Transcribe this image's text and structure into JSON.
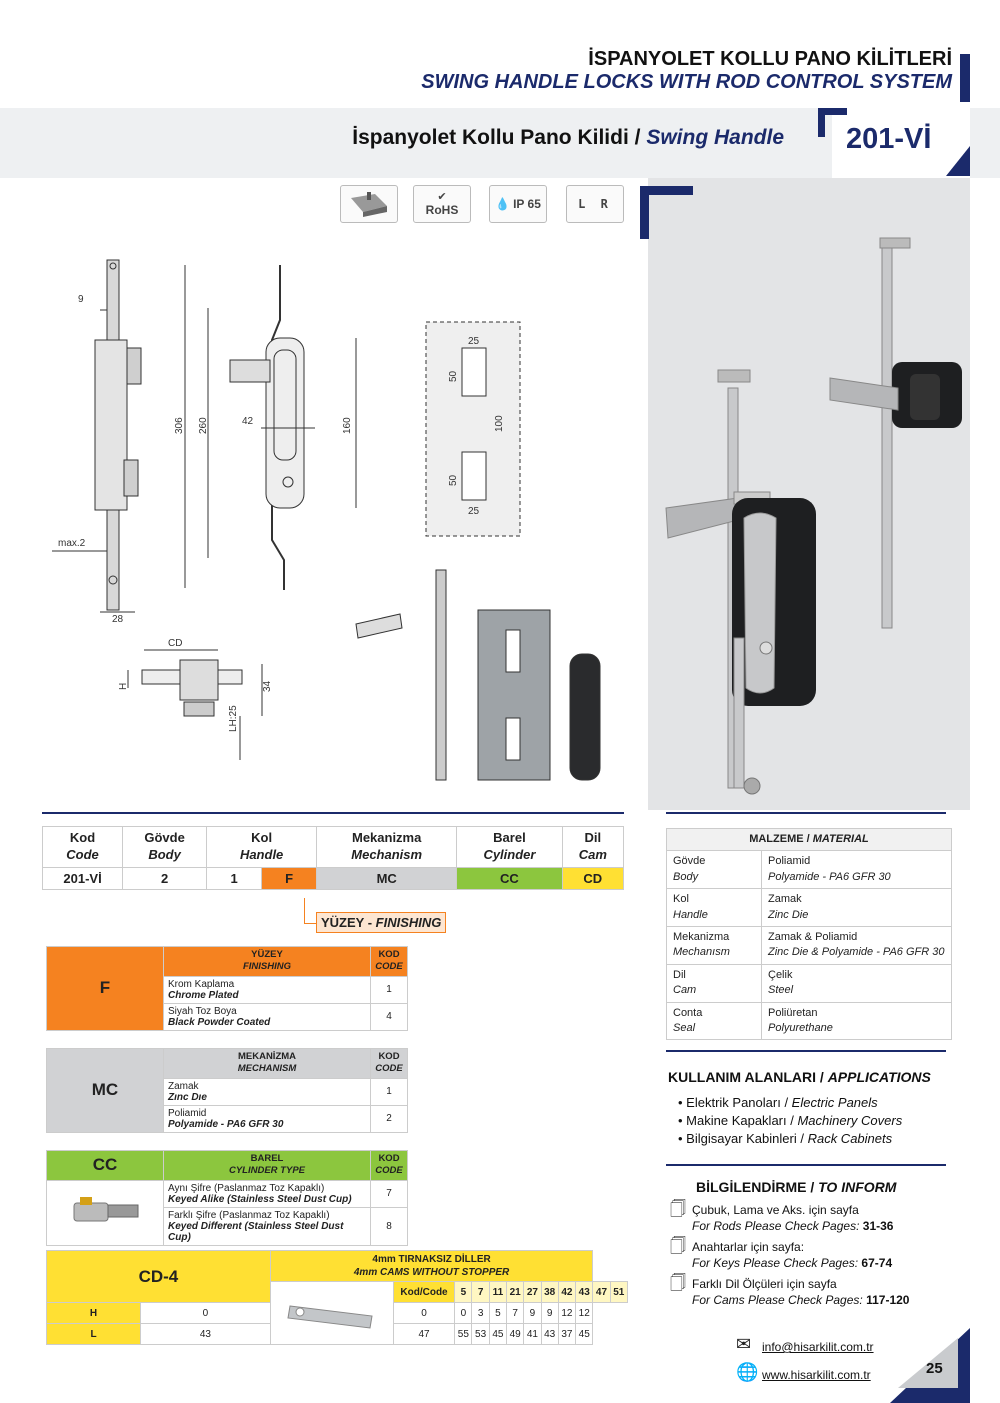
{
  "header": {
    "title_tr": "İSPANYOLET KOLLU PANO KİLİTLERİ",
    "title_en": "SWING HANDLE LOCKS WITH ROD CONTROL SYSTEM"
  },
  "product": {
    "name_tr": "İspanyolet Kollu Pano Kilidi",
    "separator": "/",
    "name_en": "Swing Handle",
    "code": "201-Vİ"
  },
  "certs": [
    {
      "icon": "rail-icon",
      "label": ""
    },
    {
      "icon": "rohs-icon",
      "label": "RoHS"
    },
    {
      "icon": "ip65-icon",
      "label": "IP 65"
    },
    {
      "icon": "left-right-icon",
      "label": "L R"
    }
  ],
  "drawing": {
    "dims": [
      "9",
      "306",
      "260",
      "42",
      "160",
      "max.2",
      "28",
      "CD",
      "H",
      "34",
      "LH:25"
    ],
    "cutout_dims": [
      "25",
      "50",
      "100",
      "50",
      "25"
    ]
  },
  "code_table": {
    "headers": [
      {
        "tr": "Kod",
        "en": "Code"
      },
      {
        "tr": "Gövde",
        "en": "Body"
      },
      {
        "tr": "Kol",
        "en": "Handle"
      },
      {
        "tr": "Mekanizma",
        "en": "Mechanism"
      },
      {
        "tr": "Barel",
        "en": "Cylinder"
      },
      {
        "tr": "Dil",
        "en": "Cam"
      }
    ],
    "row": [
      "201-Vİ",
      "2",
      "1",
      "F",
      "MC",
      "CC",
      "CD"
    ],
    "colors": {
      "F": "#f58220",
      "MC": "#d1d2d4",
      "CC": "#8cc63e",
      "CD": "#ffe033"
    },
    "finishing_label_tr": "YÜZEY",
    "finishing_label_en": "FINISHING"
  },
  "finishing": {
    "key": "F",
    "header_tr": "YÜZEY",
    "header_en": "FINISHING",
    "code_tr": "KOD",
    "code_en": "CODE",
    "rows": [
      {
        "tr": "Krom Kaplama",
        "en": "Chrome Plated",
        "code": "1"
      },
      {
        "tr": "Siyah Toz Boya",
        "en": "Black Powder Coated",
        "code": "4"
      }
    ]
  },
  "mechanism": {
    "key": "MC",
    "header_tr": "MEKANİZMA",
    "header_en": "MECHANISM",
    "code_tr": "KOD",
    "code_en": "CODE",
    "rows": [
      {
        "tr": "Zamak",
        "en": "Zınc Dıe",
        "code": "1"
      },
      {
        "tr": "Poliamid",
        "en": "Polyamide - PA6 GFR 30",
        "code": "2"
      }
    ]
  },
  "cylinder": {
    "key": "CC",
    "header_tr": "BAREL",
    "header_en": "CYLINDER TYPE",
    "code_tr": "KOD",
    "code_en": "CODE",
    "rows": [
      {
        "tr": "Aynı Şifre (Paslanmaz Toz Kapaklı)",
        "en": "Keyed Alike (Stainless Steel Dust Cup)",
        "code": "7"
      },
      {
        "tr": "Farklı Şifre (Paslanmaz Toz Kapaklı)",
        "en": "Keyed Different (Stainless Steel Dust Cup)",
        "code": "8"
      }
    ]
  },
  "cams": {
    "key": "CD-4",
    "header_tr": "4mm TIRNAKSIZ DİLLER",
    "header_en": "4mm CAMS WITHOUT STOPPER",
    "col_label": "Kod/Code",
    "codes": [
      "5",
      "7",
      "11",
      "21",
      "27",
      "38",
      "42",
      "43",
      "47",
      "51"
    ],
    "H_label": "H",
    "H": [
      "0",
      "0",
      "0",
      "3",
      "5",
      "7",
      "9",
      "9",
      "12",
      "12"
    ],
    "L_label": "L",
    "L": [
      "43",
      "47",
      "55",
      "53",
      "45",
      "49",
      "41",
      "43",
      "37",
      "45"
    ]
  },
  "material": {
    "header_tr": "MALZEME",
    "header_en": "MATERIAL",
    "rows": [
      {
        "part_tr": "Gövde",
        "part_en": "Body",
        "mat_tr": "Poliamid",
        "mat_en": "Polyamide - PA6 GFR 30"
      },
      {
        "part_tr": "Kol",
        "part_en": "Handle",
        "mat_tr": "Zamak",
        "mat_en": "Zinc Die"
      },
      {
        "part_tr": "Mekanizma",
        "part_en": "Mechanısm",
        "mat_tr": "Zamak & Poliamid",
        "mat_en": "Zinc Die & Polyamide - PA6 GFR 30"
      },
      {
        "part_tr": "Dil",
        "part_en": "Cam",
        "mat_tr": "Çelik",
        "mat_en": "Steel"
      },
      {
        "part_tr": "Conta",
        "part_en": "Seal",
        "mat_tr": "Poliüretan",
        "mat_en": "Polyurethane"
      }
    ]
  },
  "applications": {
    "title_tr": "KULLANIM ALANLARI",
    "title_en": "APPLICATIONS",
    "items": [
      {
        "tr": "Elektrik Panoları",
        "en": "Electric Panels"
      },
      {
        "tr": "Makine Kapakları",
        "en": "Machinery Covers"
      },
      {
        "tr": "Bilgisayar Kabinleri",
        "en": "Rack Cabinets"
      }
    ]
  },
  "inform": {
    "title_tr": "BİLGİLENDİRME",
    "title_en": "TO INFORM",
    "items": [
      {
        "tr": "Çubuk, Lama ve Aks. için sayfa",
        "en": "For Rods Please Check Pages:",
        "pages": "31-36"
      },
      {
        "tr": "Anahtarlar için sayfa:",
        "en": "For Keys Please Check Pages:",
        "pages": "67-74"
      },
      {
        "tr": "Farklı Dil Ölçüleri için sayfa",
        "en": "For Cams Please Check Pages:",
        "pages": "117-120"
      }
    ]
  },
  "footer": {
    "email": "info@hisarkilit.com.tr",
    "website": "www.hisarkilit.com.tr",
    "page_number": "25"
  }
}
